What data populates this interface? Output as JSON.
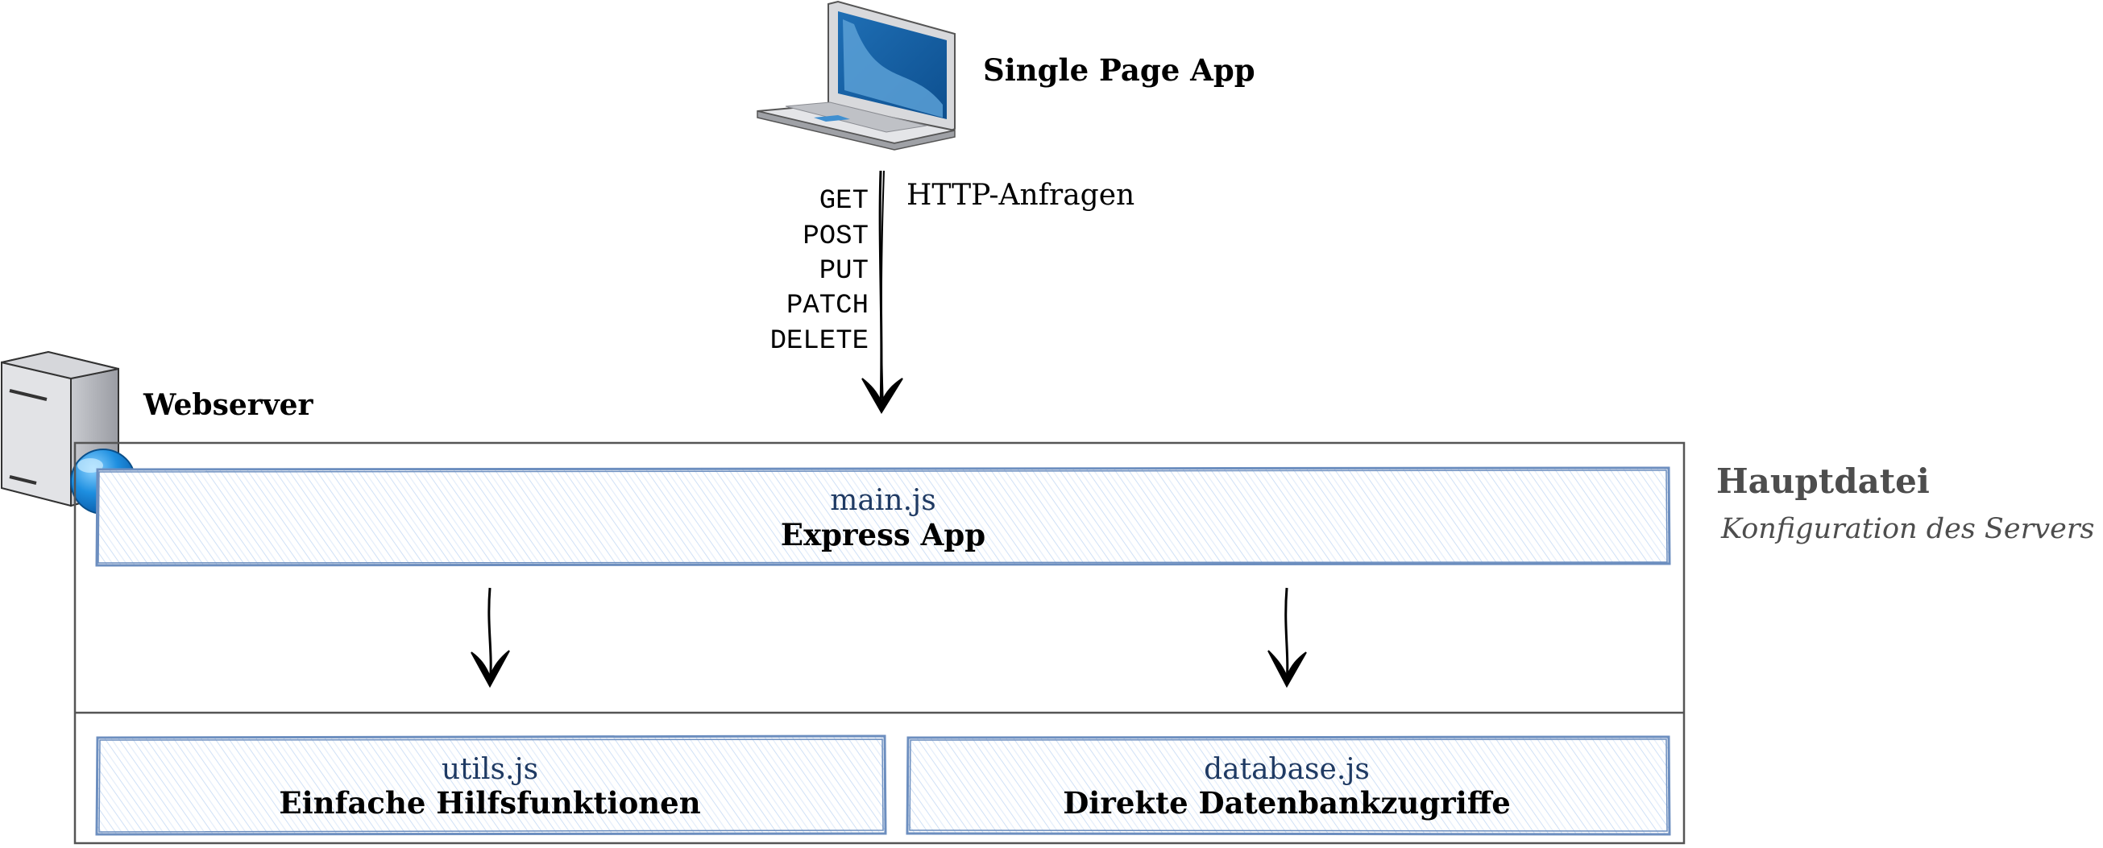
{
  "client": {
    "label": "Single Page App",
    "icon": "laptop-icon"
  },
  "request": {
    "label": "HTTP-Anfragen",
    "methods": [
      "GET",
      "POST",
      "PUT",
      "PATCH",
      "DELETE"
    ]
  },
  "server": {
    "label": "Webserver",
    "icon": "server-globe-icon"
  },
  "main_module": {
    "filename": "main.js",
    "title": "Express App"
  },
  "main_annotation": {
    "title": "Hauptdatei",
    "subtitle": "Konfiguration des Servers"
  },
  "modules": [
    {
      "filename": "utils.js",
      "title": "Einfache Hilfsfunktionen"
    },
    {
      "filename": "database.js",
      "title": "Direkte Datenbankzugriffe"
    }
  ],
  "colors": {
    "module_border": "#6c8ebf",
    "module_hatch": "#dae8fc",
    "filename_text": "#1f3a63",
    "annotation_text": "#4d4d4d",
    "frame": "#555555"
  }
}
